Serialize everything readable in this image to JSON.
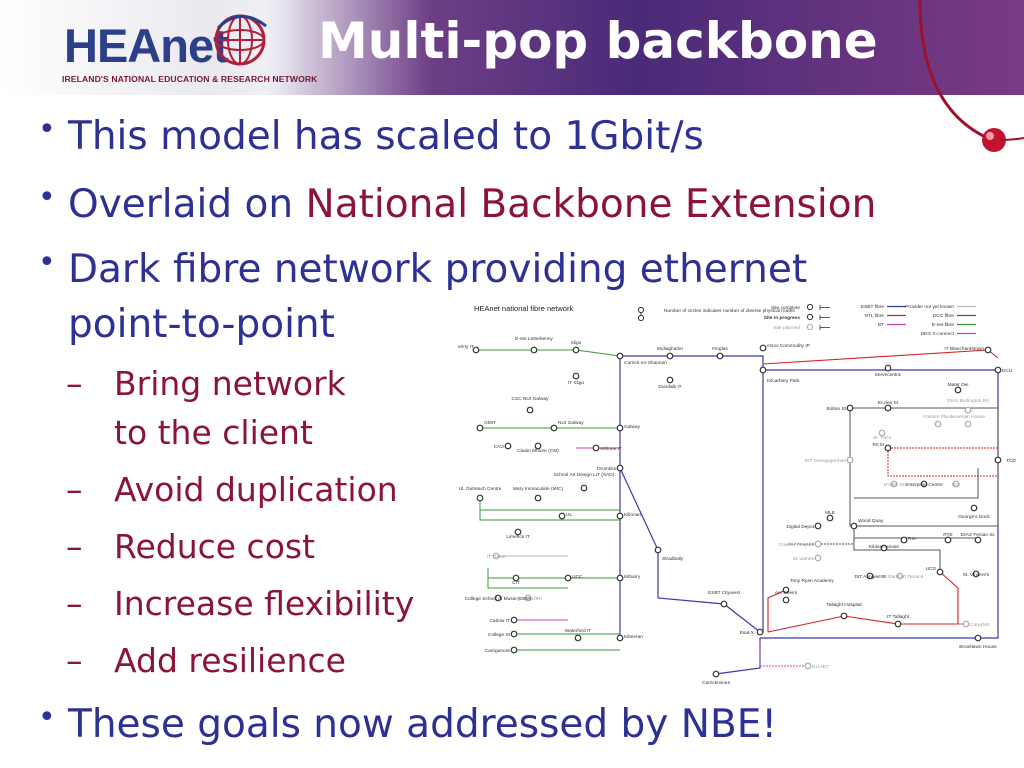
{
  "logo": {
    "name": "HEAnet",
    "tagline": "IRELAND'S NATIONAL EDUCATION & RESEARCH NETWORK"
  },
  "slide": {
    "title": "Multi-pop backbone",
    "bullets": [
      {
        "text": "This model has scaled to 1Gbit/s"
      },
      {
        "text_prefix": "Overlaid on ",
        "highlight": "National Backbone Extension"
      },
      {
        "line1": "Dark fibre network providing ethernet",
        "line2": "point-to-point"
      },
      {
        "text": "These goals now addressed by NBE!"
      }
    ],
    "sub_bullets": [
      {
        "line1": "Bring network",
        "line2": "to the client"
      },
      {
        "text": "Avoid duplication"
      },
      {
        "text": "Reduce cost"
      },
      {
        "text": "Increase flexibility"
      },
      {
        "text": "Add resilience"
      }
    ]
  },
  "map": {
    "title": "HEAnet national fibre network",
    "legend_circles": "Number of circles indicates number of diverse physical routes",
    "legend_status": [
      "Site complete",
      "Site in progress",
      "Site planned"
    ],
    "legend_lines": [
      {
        "label": "ESBT fibre",
        "color": "#3a3aa8"
      },
      {
        "label": "NTL fibre",
        "color": "#d42020"
      },
      {
        "label": "BT",
        "color": "#cc44aa"
      },
      {
        "label": "Provider not yet known",
        "color": "#bbbbbb"
      },
      {
        "label": "DCC fibre",
        "color": "#555555"
      },
      {
        "label": "E-net fibre",
        "color": "#3a9a3a"
      },
      {
        "label": "DEG X-connect",
        "color": "#9955cc"
      }
    ],
    "sites": [
      "Letterkenny IT",
      "E-net Letterkenny",
      "Sligo",
      "IT Sligo",
      "Carrick-on-Shannon",
      "Mullaghartin",
      "Dundalk IT",
      "Finglas",
      "eGov Commodity IP",
      "Kilcarbery Park",
      "Servecentric",
      "IT Blanchardstown",
      "DCU",
      "CSC NUI Galway",
      "GMIT",
      "NUI Galway",
      "Galway",
      "CAO",
      "Cluain Mhuire (CM)",
      "Athlone IT",
      "Drumlins",
      "Bolton St",
      "Eccles St",
      "Mater Dei",
      "DIAS Burlington Rd",
      "St. Pat's",
      "Fosters Place",
      "Newman House",
      "RCSI",
      "DIT Grangegorman",
      "TCD",
      "D'Olier St",
      "Enterprise Centre",
      "NCI",
      "George's Dock",
      "UL Outreach Centre",
      "Mary Immaculate (MIC)",
      "School Art Design LIT (SAD)",
      "UL",
      "Killonan",
      "Limerick IT",
      "Stradbally",
      "Digital Depot",
      "MLE",
      "Wood Quay",
      "Crawfor Hospital",
      "RIA",
      "St. James",
      "Kildare House",
      "RTE",
      "DIAS Fenian St.",
      "IT Tralee",
      "CIT",
      "UCC",
      "Kilbarry",
      "College School of Music (CSM)",
      "HMRC NORI",
      "Tony Ryan Academy",
      "DIT Aungier St",
      "UCD Earlsfort Terrace",
      "UCD",
      "St. Vincent's",
      "ESBT Citywest",
      "Arc Cheim",
      "Tallaght Hospital",
      "IT Tallaght",
      "Carlow IT",
      "Carysfort",
      "College St",
      "Waterford IT",
      "Kilteeran",
      "Carriganore",
      "Esat-X",
      "DLIADT",
      "Brooklawn House",
      "Carrickmines"
    ]
  }
}
